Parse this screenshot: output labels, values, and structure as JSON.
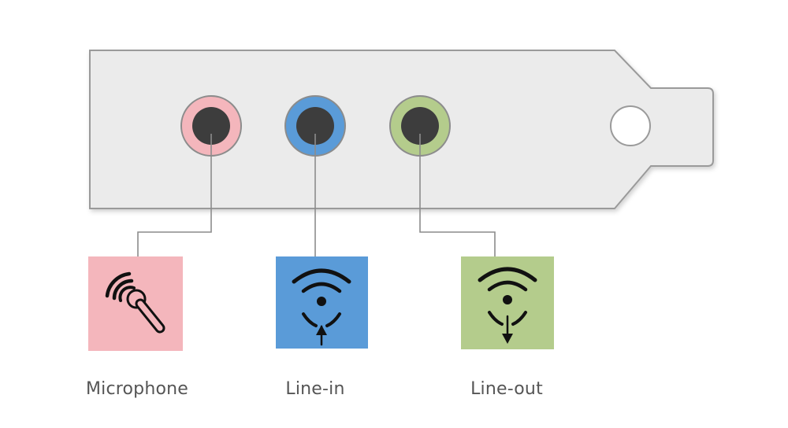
{
  "jacks": [
    {
      "id": "microphone",
      "label": "Microphone",
      "icon": "microphone-icon",
      "color": "#f4b6bc"
    },
    {
      "id": "line-in",
      "label": "Line-in",
      "icon": "line-in-icon",
      "color": "#5a9bd8"
    },
    {
      "id": "line-out",
      "label": "Line-out",
      "icon": "line-out-icon",
      "color": "#b4cc8c"
    }
  ],
  "colors": {
    "bracket_fill": "#ebebeb",
    "bracket_stroke": "#9a9a9a",
    "jack_core": "#3d3d3d",
    "connector_line": "#8c8c8c",
    "icon_ink": "#111111"
  }
}
